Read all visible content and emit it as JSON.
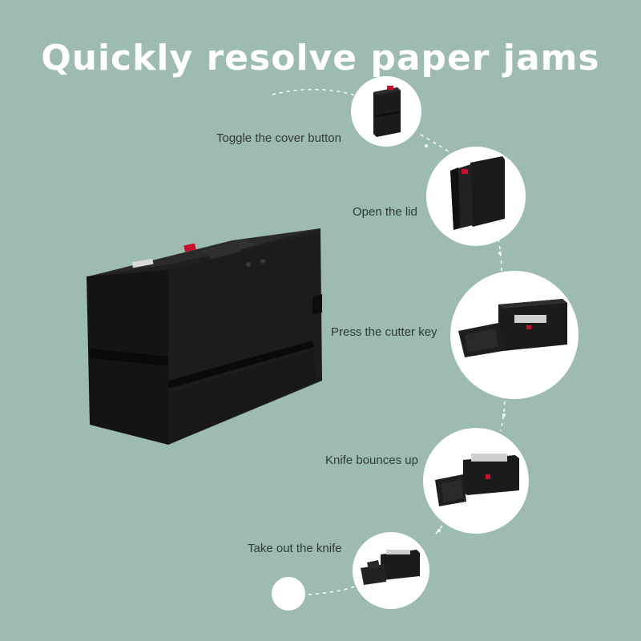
{
  "title": "Quickly resolve paper jams",
  "steps": [
    {
      "label": "Toggle the cover button",
      "icon": "printer-closed-icon"
    },
    {
      "label": "Open the lid",
      "icon": "printer-lid-open-icon"
    },
    {
      "label": "Press the cutter key",
      "icon": "cutter-key-icon"
    },
    {
      "label": "Knife bounces up",
      "icon": "knife-up-icon"
    },
    {
      "label": "Take out the knife",
      "icon": "knife-removed-icon"
    }
  ],
  "colors": {
    "background": "#9dbbb1",
    "title": "#ffffff",
    "device": "#1a1a1a",
    "accent": "#c8102e"
  }
}
